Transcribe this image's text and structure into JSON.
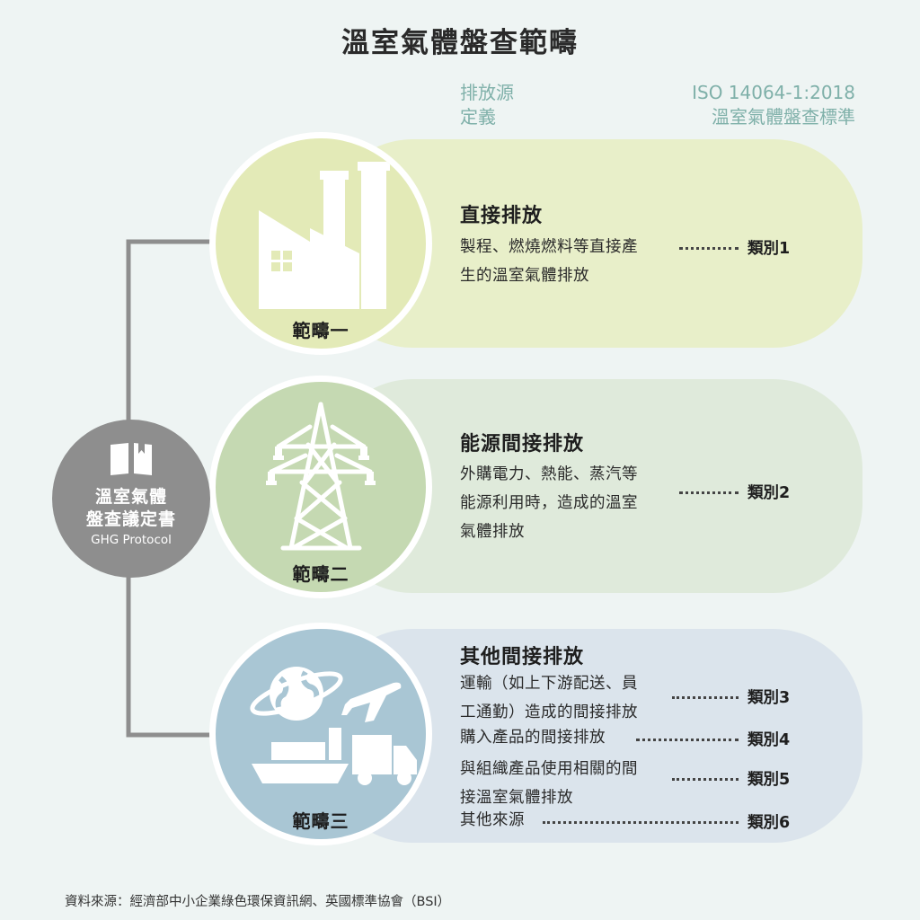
{
  "title": "溫室氣體盤查範疇",
  "header": {
    "col1": [
      "排放源",
      "定義"
    ],
    "col2": [
      "ISO 14064-1:2018",
      "溫室氣體盤查標準"
    ]
  },
  "protocol": {
    "line1": "溫室氣體",
    "line2": "盤查議定書",
    "line3": "GHG Protocol"
  },
  "scopes": [
    {
      "label": "範疇一",
      "title": "直接排放",
      "desc_lines": [
        "製程、燃燒燃料等直接產",
        "生的溫室氣體排放"
      ],
      "category": "類別1"
    },
    {
      "label": "範疇二",
      "title": "能源間接排放",
      "desc_lines": [
        "外購電力、熱能、蒸汽等",
        "能源利用時，造成的溫室",
        "氣體排放"
      ],
      "category": "類別2"
    },
    {
      "label": "範疇三",
      "title": "其他間接排放",
      "items": [
        {
          "lines": [
            "運輸（如上下游配送、員",
            "工通勤）造成的間接排放"
          ],
          "category": "類別3"
        },
        {
          "lines": [
            "購入產品的間接排放"
          ],
          "category": "類別4"
        },
        {
          "lines": [
            "與組織產品使用相關的間",
            "接溫室氣體排放"
          ],
          "category": "類別5"
        },
        {
          "lines": [
            "其他來源"
          ],
          "category": "類別6"
        }
      ]
    }
  ],
  "source": "資料來源：經濟部中小企業綠色環保資訊網、英國標準協會（BSI）",
  "icons": [
    "factory-icon",
    "power-tower-icon",
    "globe-icon",
    "airplane-icon",
    "ship-icon",
    "truck-icon",
    "book-icon"
  ],
  "colors": {
    "background": "#eef4f3",
    "scope1": "#e8efc9",
    "scope2": "#dfeadb",
    "scope3": "#dbe4ec",
    "header_text": "#7fb0a9",
    "connector": "#8e8e8e"
  }
}
